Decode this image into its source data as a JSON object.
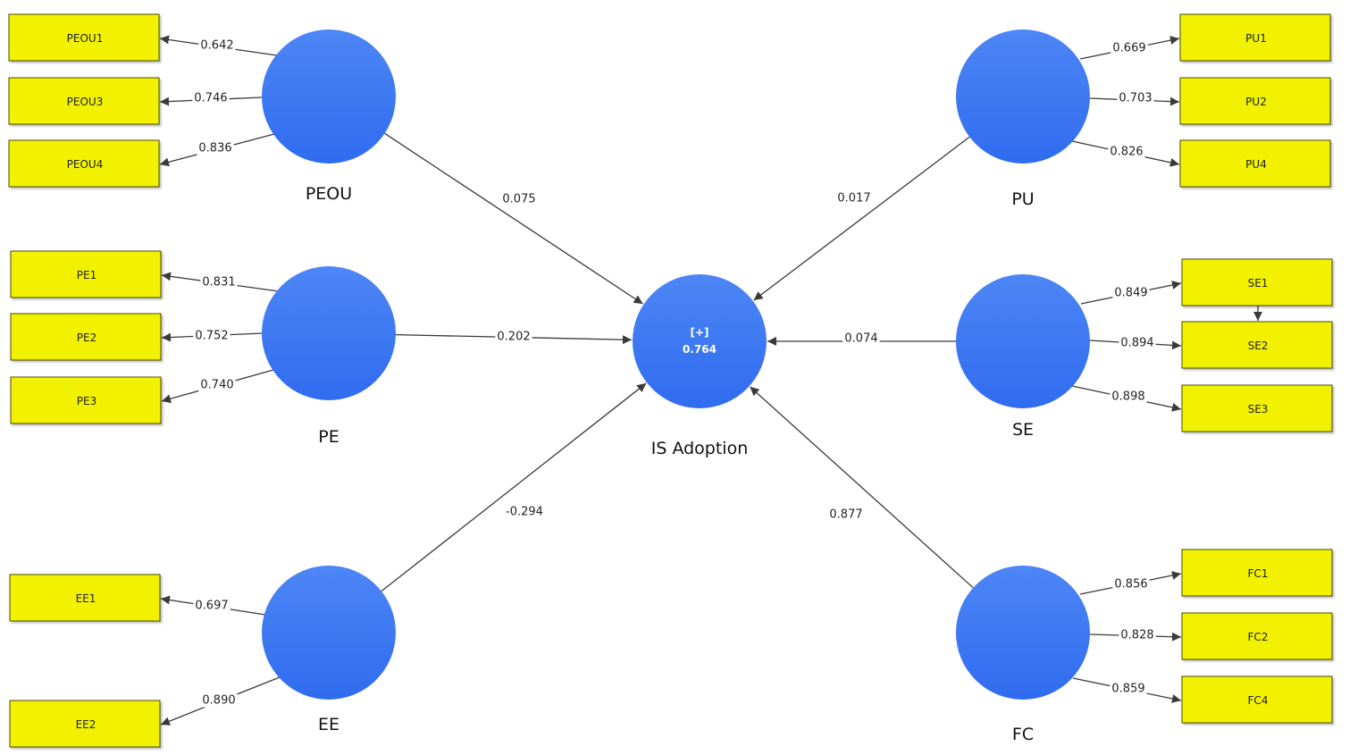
{
  "colors": {
    "construct_fill": "#3a78f2",
    "construct_fill_top": "#4d86f5",
    "indicator_fill": "#f2f200",
    "indicator_border": "#4a4a00",
    "edge": "#3a3a3a"
  },
  "center": {
    "name": "IS Adoption",
    "badge": "[+]",
    "r2": "0.764"
  },
  "constructs": [
    {
      "id": "PEOU",
      "name": "PEOU",
      "path": "0.075",
      "indicators": [
        {
          "name": "PEOU1",
          "loading": "0.642"
        },
        {
          "name": "PEOU3",
          "loading": "0.746"
        },
        {
          "name": "PEOU4",
          "loading": "0.836"
        }
      ]
    },
    {
      "id": "PE",
      "name": "PE",
      "path": "0.202",
      "indicators": [
        {
          "name": "PE1",
          "loading": "0.831"
        },
        {
          "name": "PE2",
          "loading": "0.752"
        },
        {
          "name": "PE3",
          "loading": "0.740"
        }
      ]
    },
    {
      "id": "EE",
      "name": "EE",
      "path": "-0.294",
      "indicators": [
        {
          "name": "EE1",
          "loading": "0.697"
        },
        {
          "name": "EE2",
          "loading": "0.890"
        }
      ]
    },
    {
      "id": "PU",
      "name": "PU",
      "path": "0.017",
      "indicators": [
        {
          "name": "PU1",
          "loading": "0.669"
        },
        {
          "name": "PU2",
          "loading": "0.703"
        },
        {
          "name": "PU4",
          "loading": "0.826"
        }
      ]
    },
    {
      "id": "SE",
      "name": "SE",
      "path": "0.074",
      "indicators": [
        {
          "name": "SE1",
          "loading": "0.849"
        },
        {
          "name": "SE2",
          "loading": "0.894"
        },
        {
          "name": "SE3",
          "loading": "0.898"
        }
      ]
    },
    {
      "id": "FC",
      "name": "FC",
      "path": "0.877",
      "indicators": [
        {
          "name": "FC1",
          "loading": "0.856"
        },
        {
          "name": "FC2",
          "loading": "0.828"
        },
        {
          "name": "FC4",
          "loading": "0.859"
        }
      ]
    }
  ]
}
